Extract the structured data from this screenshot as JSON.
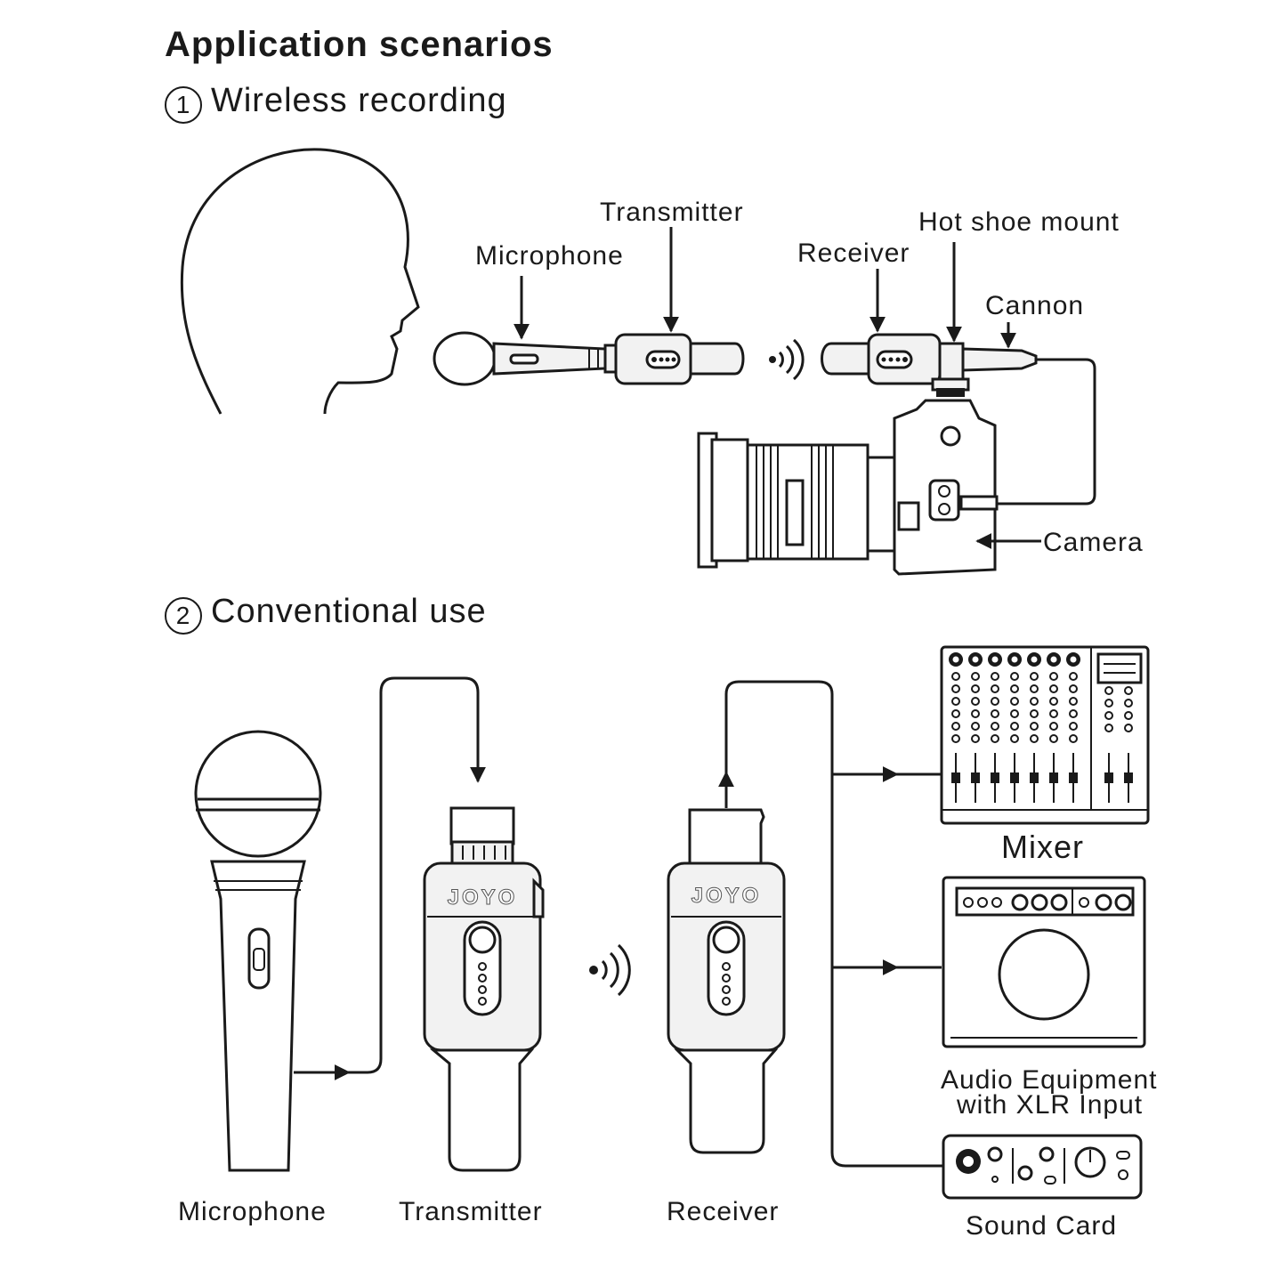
{
  "title": "Application scenarios",
  "section1": {
    "number": "1",
    "label": "Wireless recording"
  },
  "section2": {
    "number": "2",
    "label": "Conventional use"
  },
  "labels1": {
    "microphone": "Microphone",
    "transmitter": "Transmitter",
    "receiver": "Receiver",
    "hot_shoe": "Hot shoe mount",
    "cannon": "Cannon",
    "camera": "Camera"
  },
  "labels2": {
    "microphone": "Microphone",
    "transmitter": "Transmitter",
    "receiver": "Receiver",
    "mixer": "Mixer",
    "audio_line1": "Audio Equipment",
    "audio_line2": "with XLR Input",
    "sound_card": "Sound Card"
  },
  "brand": "JOYO",
  "icons": [
    "head-silhouette-icon",
    "handheld-microphone-icon",
    "transmitter-icon",
    "receiver-icon",
    "wireless-signal-icon",
    "camera-icon",
    "mixer-icon",
    "amplifier-icon",
    "sound-card-icon"
  ]
}
